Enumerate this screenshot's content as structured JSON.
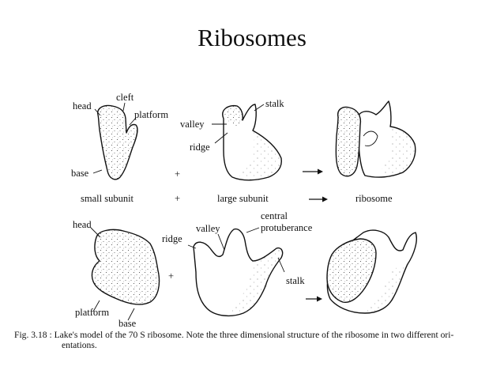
{
  "title": "Ribosomes",
  "top_row": {
    "small": {
      "head": "head",
      "cleft": "cleft",
      "platform": "platform",
      "base": "base",
      "name": "small subunit"
    },
    "large": {
      "stalk": "stalk",
      "valley": "valley",
      "ridge": "ridge",
      "name": "large subunit"
    },
    "plus": "+",
    "plus2": "+",
    "result": "ribosome"
  },
  "bottom_row": {
    "small": {
      "head": "head",
      "platform": "platform",
      "base": "base"
    },
    "large": {
      "ridge": "ridge",
      "valley": "valley",
      "central": "central",
      "protuberance": "protuberance",
      "stalk": "stalk"
    },
    "plus": "+"
  },
  "caption": {
    "line1": "Fig. 3.18 : Lake's model of the 70 S ribosome. Note the three dimensional structure of the ribosome in two different ori-",
    "line2": "entations."
  },
  "colors": {
    "ink": "#111111",
    "background": "#ffffff"
  }
}
